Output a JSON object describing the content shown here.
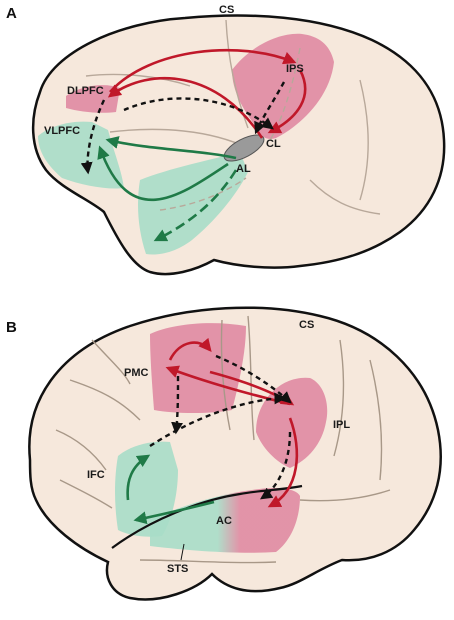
{
  "panels": [
    {
      "letter": "A",
      "labels": {
        "cs": "CS",
        "dlpfc": "DLPFC",
        "vlpfc": "VLPFC",
        "ips": "IPS",
        "cl": "CL",
        "al": "AL"
      }
    },
    {
      "letter": "B",
      "labels": {
        "cs": "CS",
        "pmc": "PMC",
        "ipl": "IPL",
        "ifc": "IFC",
        "ac": "AC",
        "sts": "STS"
      }
    }
  ],
  "colors": {
    "brain_fill": "#f6e8dc",
    "outline": "#111111",
    "sulcus": "#b8a89a",
    "dorsal_region": "#e08aa2",
    "ventral_region": "#a8ddc8",
    "dorsal_arrow": "#c0182a",
    "ventral_arrow": "#1f7a47",
    "feedback_arrow": "#111111"
  }
}
